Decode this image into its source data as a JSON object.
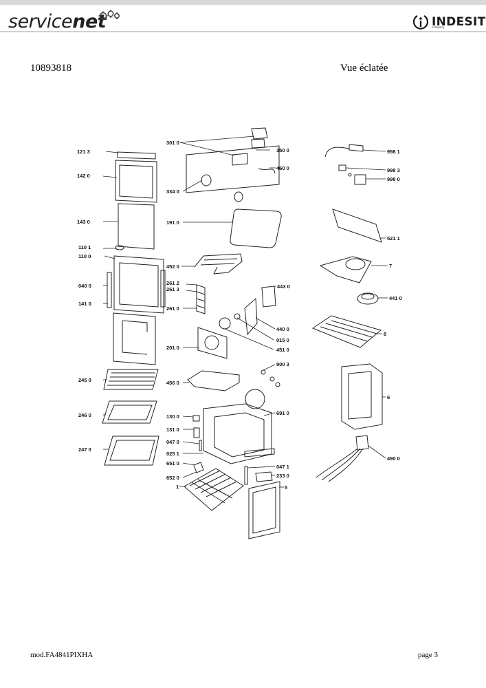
{
  "header": {
    "logo_left_part1": "service",
    "logo_left_part2": "net",
    "logo_right_word": "INDESIT",
    "logo_right_sub": "company"
  },
  "document": {
    "number": "10893818",
    "view_title": "Vue éclatée",
    "model": "mod.FA4841PIXHA",
    "page": "page 3"
  },
  "part_labels": {
    "p1213": "121 3",
    "p1420": "142 0",
    "p1430": "143 0",
    "p1101": "110 1",
    "p1100": "110 0",
    "p0400": "040 0",
    "p1410": "141 0",
    "p2450": "245 0",
    "p2460": "246 0",
    "p2470": "247 0",
    "p3010": "301 0",
    "p3500": "350 0",
    "p4600": "460 0",
    "p3340": "334 0",
    "p1910": "191 0",
    "p4520": "452 0",
    "p2612": "261 2",
    "p2613": "261 3",
    "p2610": "261 0",
    "p4430": "443 0",
    "p4400": "440 0",
    "p0150": "015 0",
    "p2010": "201 0",
    "p4510": "451 0",
    "p4560": "456 0",
    "p9003": "900 3",
    "p1300": "130 0",
    "p6910": "691 0",
    "p1310": "131 0",
    "p0470": "047 0",
    "p0251": "025 1",
    "p6510": "651 0",
    "p0471": "047 1",
    "p2330": "233 0",
    "p6520": "652 0",
    "p1": "1",
    "p5": "5",
    "p9981": "998 1",
    "p9983": "998 3",
    "p9980": "998 0",
    "p5211": "521 1",
    "p7": "7",
    "p4410": "441 0",
    "p8": "8",
    "p6": "6",
    "p4900": "490 0"
  }
}
